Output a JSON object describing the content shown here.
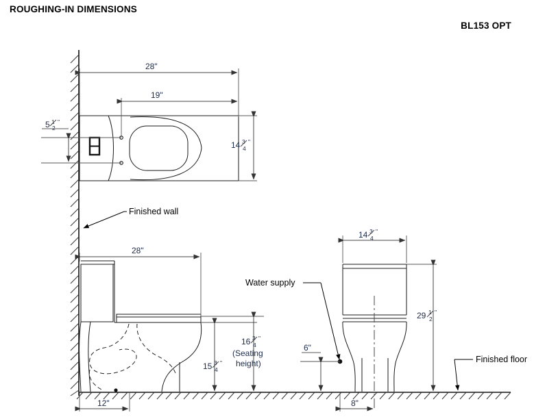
{
  "header": {
    "title": "ROUGHING-IN DIMENSIONS",
    "model": "BL153 OPT"
  },
  "labels": {
    "finished_wall": "Finished wall",
    "water_supply": "Water supply",
    "finished_floor": "Finished floor",
    "seating_height_line1": "(Seating",
    "seating_height_line2": "height)"
  },
  "dimensions": {
    "plan_depth_overall": "28\"",
    "plan_bolt_to_front": "19\"",
    "plan_wall_to_bolt": "5",
    "plan_wall_to_bolt_num": "1",
    "plan_wall_to_bolt_den": "2",
    "plan_wall_to_bolt_unit": "\"",
    "plan_width": "14",
    "plan_width_num": "3",
    "plan_width_den": "4",
    "plan_width_unit": "\"",
    "side_depth_overall": "28\"",
    "side_rim_height": "15",
    "side_rim_height_num": "3",
    "side_rim_height_den": "4",
    "side_rim_height_unit": "\"",
    "side_seat_height": "16",
    "side_seat_height_num": "3",
    "side_seat_height_den": "4",
    "side_seat_height_unit": "\"",
    "side_rough_in": "12\"",
    "front_width": "14",
    "front_width_num": "3",
    "front_width_den": "4",
    "front_width_unit": "\"",
    "front_total_height": "29",
    "front_total_height_num": "1",
    "front_total_height_den": "2",
    "front_total_height_unit": "\"",
    "front_supply_height": "6\"",
    "front_supply_offset": "8\""
  },
  "colors": {
    "text": "#000000",
    "dimension_text": "#1d2a4a",
    "line": "#1a1a1a",
    "dimension_line": "#444444",
    "background": "#ffffff"
  },
  "icons": {
    "flush_button": "dual-flush-button",
    "bolt_hole": "bolt-hole-circle",
    "water_supply_point": "supply-connection-dot"
  }
}
